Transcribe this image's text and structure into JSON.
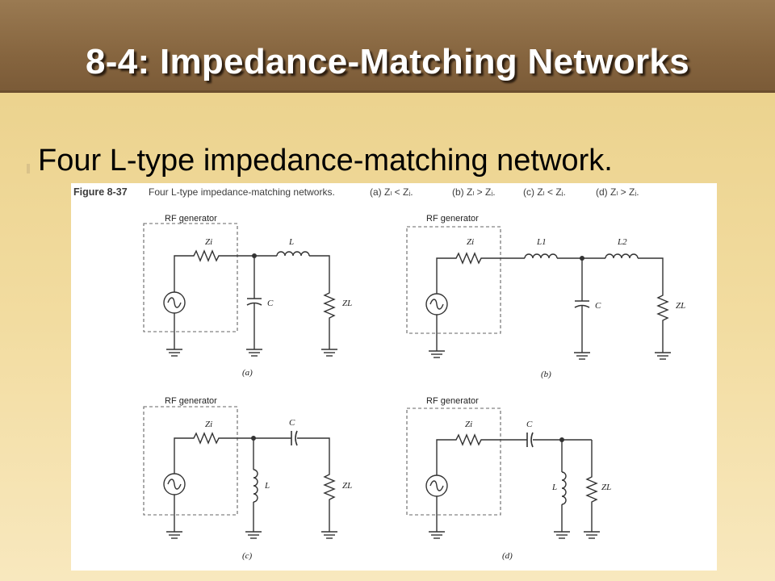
{
  "slide": {
    "title": "8-4: Impedance-Matching Networks",
    "bullet": "Four L-type impedance-matching network."
  },
  "figure": {
    "number": "Figure 8-37",
    "caption": "Four L-type impedance-matching networks. (a) Z",
    "caption_parts": {
      "main": "Four L-type impedance-matching networks.",
      "a": "(a) Zₗ < Zᵢ.",
      "b": "(b) Zₗ > Zᵢ.",
      "c": "(c) Zₗ < Zᵢ.",
      "d": "(d) Zₗ > Zᵢ."
    },
    "panels": [
      {
        "id": "a",
        "generator": "RF generator",
        "zi": "Zi",
        "series": "L",
        "shunt": "C",
        "load": "ZL",
        "sub": "(a)"
      },
      {
        "id": "b",
        "generator": "RF generator",
        "zi": "Zi",
        "series1": "L1",
        "series2": "L2",
        "shunt": "C",
        "load": "ZL",
        "sub": "(b)"
      },
      {
        "id": "c",
        "generator": "RF generator",
        "zi": "Zi",
        "series": "C",
        "shunt": "L",
        "load": "ZL",
        "sub": "(c)"
      },
      {
        "id": "d",
        "generator": "RF generator",
        "zi": "Zi",
        "series": "C",
        "shunt": "L",
        "load": "ZL",
        "sub": "(d)"
      }
    ]
  },
  "colors": {
    "header": "#86653f",
    "background": "#f2dca0",
    "title_text": "#ffffff"
  }
}
